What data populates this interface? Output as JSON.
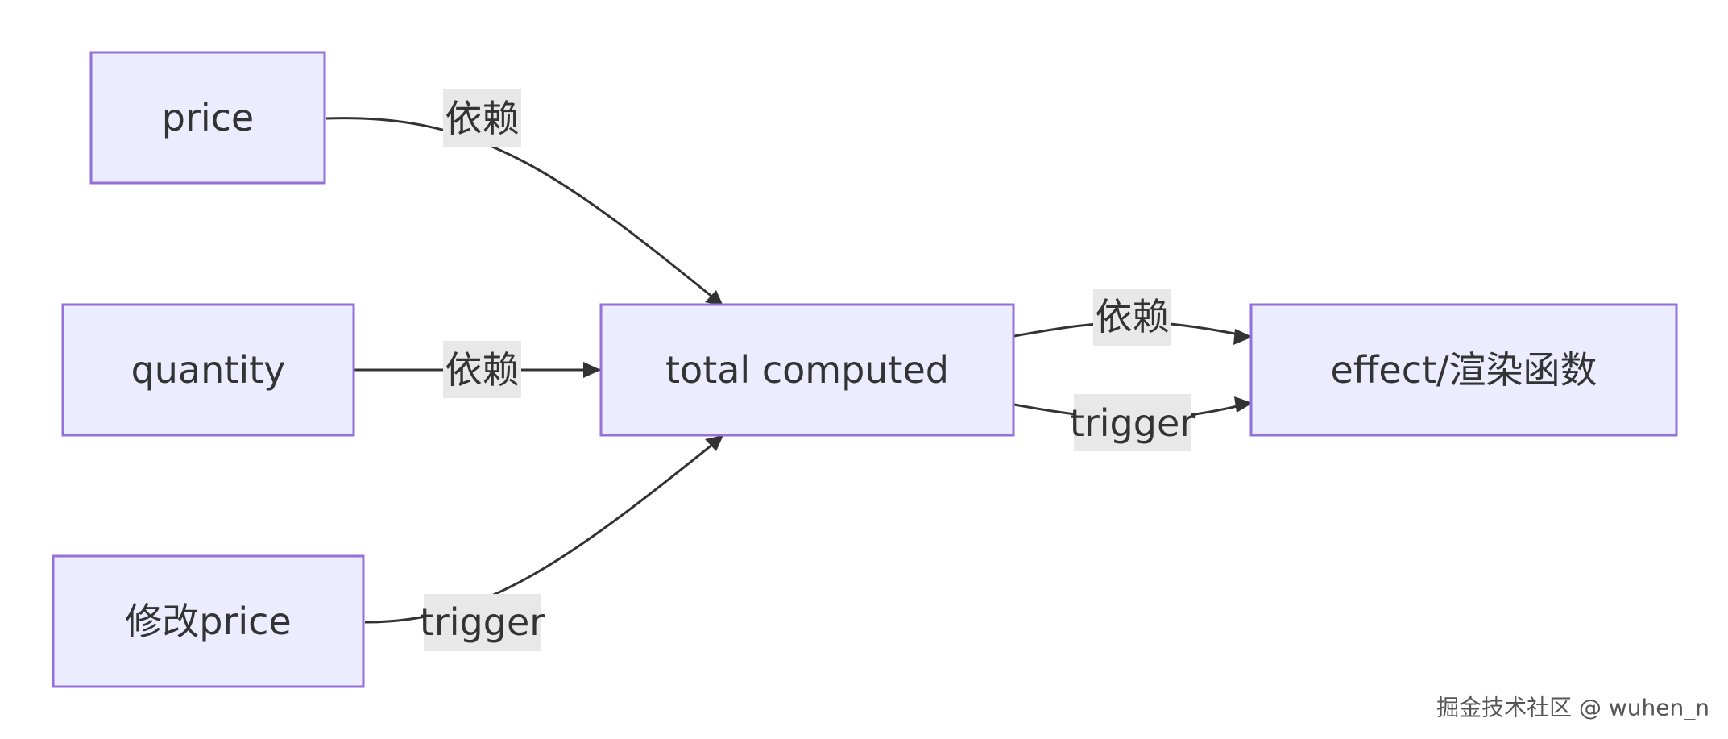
{
  "nodes": {
    "price": {
      "label": "price"
    },
    "quantity": {
      "label": "quantity"
    },
    "modify_price": {
      "label": "修改price"
    },
    "total_computed": {
      "label": "total computed"
    },
    "effect": {
      "label": "effect/渲染函数"
    }
  },
  "edges": {
    "price_to_total": {
      "from": "price",
      "to": "total_computed",
      "label": "依赖"
    },
    "quantity_to_total": {
      "from": "quantity",
      "to": "total_computed",
      "label": "依赖"
    },
    "modify_to_total": {
      "from": "modify_price",
      "to": "total_computed",
      "label": "trigger"
    },
    "total_to_effect_dep": {
      "from": "total_computed",
      "to": "effect",
      "label": "依赖"
    },
    "total_to_effect_trigger": {
      "from": "total_computed",
      "to": "effect",
      "label": "trigger"
    }
  },
  "watermark": "掘金技术社区 @ wuhen_n",
  "colors": {
    "node_fill": "#ECECFF",
    "node_stroke": "#9370DB",
    "edge": "#333333",
    "label_bg": "#E8E8E8"
  }
}
